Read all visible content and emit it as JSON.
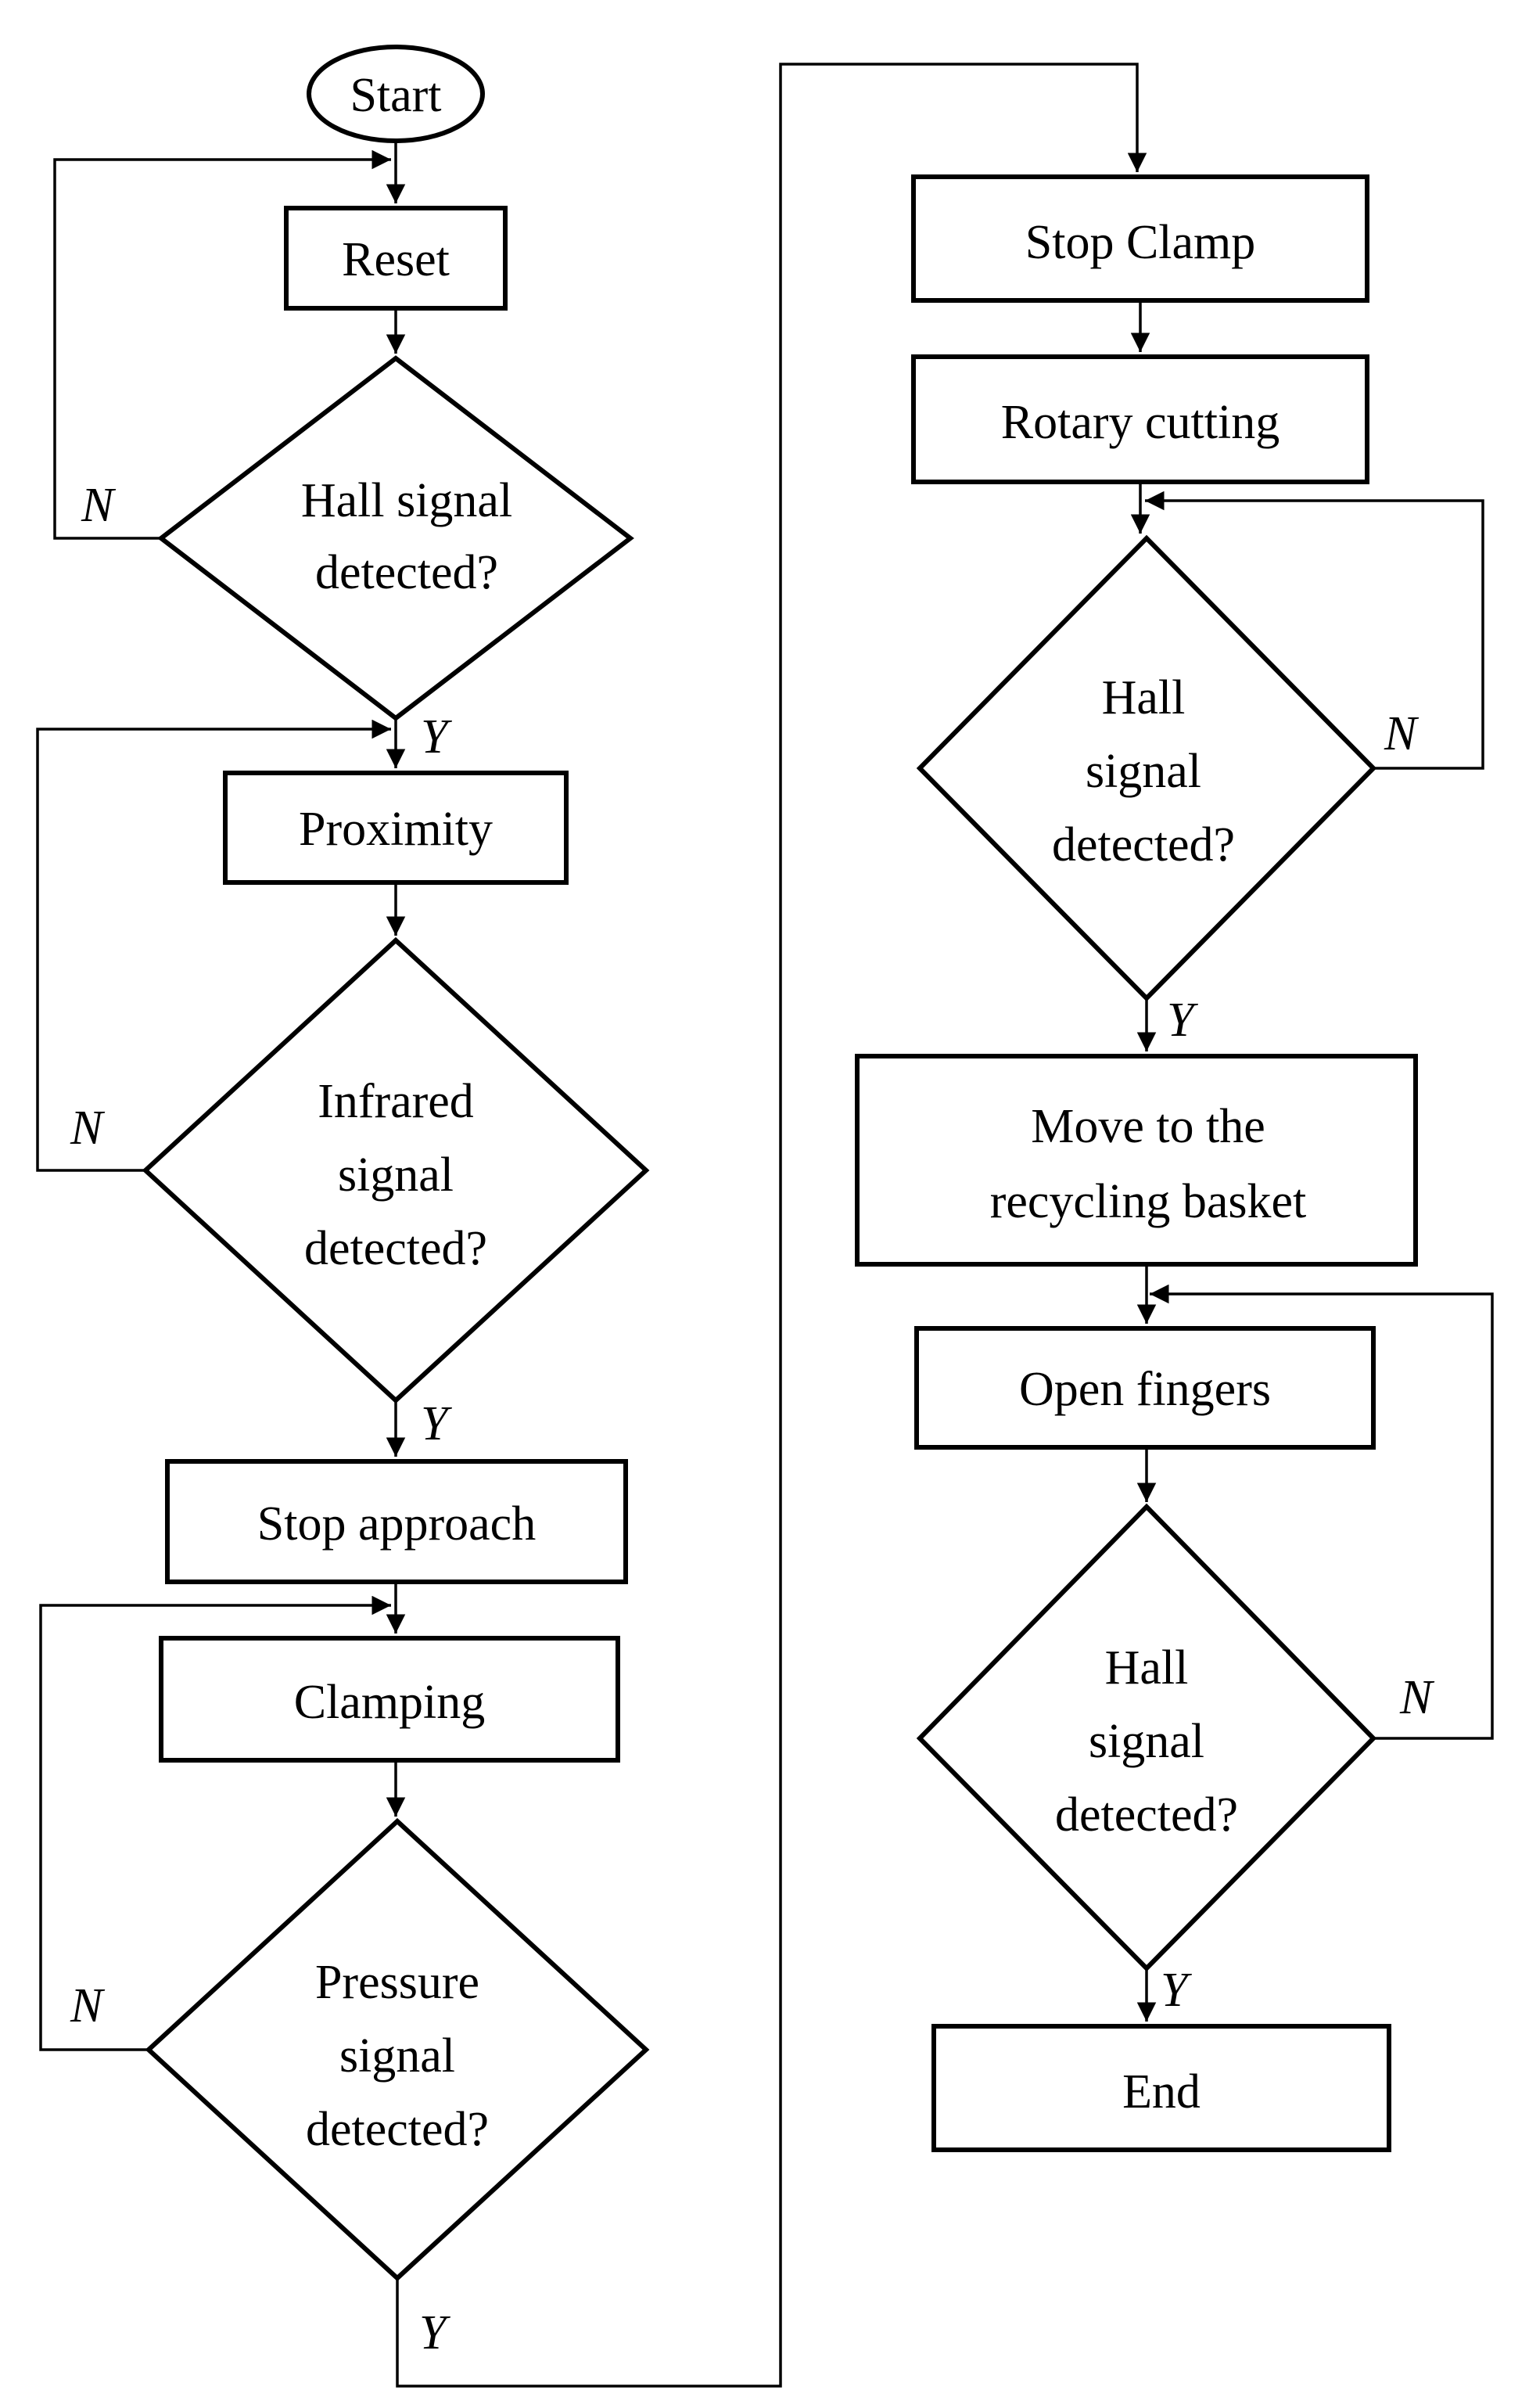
{
  "nodes": {
    "start": {
      "lines": [
        "Start"
      ]
    },
    "reset": {
      "lines": [
        "Reset"
      ]
    },
    "hall1": {
      "lines": [
        "Hall signal",
        "detected?"
      ]
    },
    "proximity": {
      "lines": [
        "Proximity"
      ]
    },
    "infrared": {
      "lines": [
        "Infrared",
        "signal",
        "detected?"
      ]
    },
    "stop_approach": {
      "lines": [
        "Stop approach"
      ]
    },
    "clamping": {
      "lines": [
        "Clamping"
      ]
    },
    "pressure": {
      "lines": [
        "Pressure",
        "signal",
        "detected?"
      ]
    },
    "stop_clamp": {
      "lines": [
        "Stop Clamp"
      ]
    },
    "rotary": {
      "lines": [
        "Rotary cutting"
      ]
    },
    "hall2": {
      "lines": [
        "Hall",
        "signal",
        "detected?"
      ]
    },
    "move": {
      "lines": [
        "Move to the",
        "recycling basket"
      ]
    },
    "open": {
      "lines": [
        "Open fingers"
      ]
    },
    "hall3": {
      "lines": [
        "Hall",
        "signal",
        "detected?"
      ]
    },
    "end": {
      "lines": [
        "End"
      ]
    }
  },
  "branch_labels": {
    "hall1_no": "N",
    "hall1_yes": "Y",
    "infrared_no": "N",
    "infrared_yes": "Y",
    "pressure_no": "N",
    "pressure_yes": "Y",
    "hall2_no": "N",
    "hall2_yes": "Y",
    "hall3_no": "N",
    "hall3_yes": "Y"
  }
}
